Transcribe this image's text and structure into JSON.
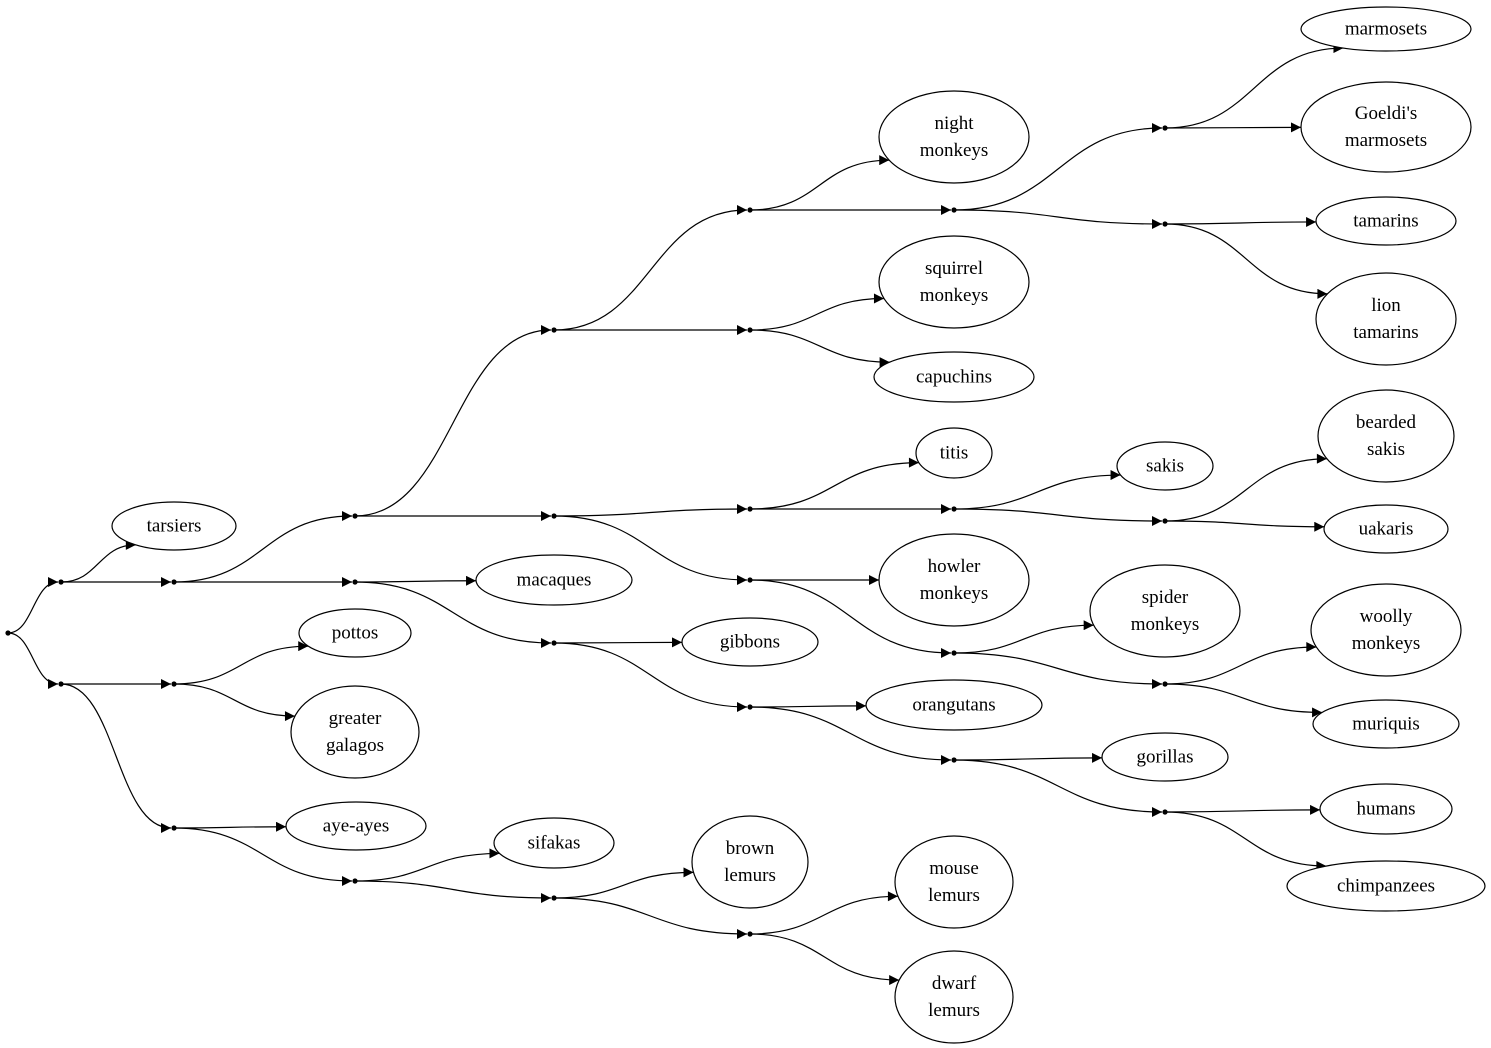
{
  "diagram": {
    "type": "tree",
    "leaves": [
      {
        "id": "marmosets",
        "lines": [
          "marmosets"
        ]
      },
      {
        "id": "goeldis_marmosets",
        "lines": [
          "Goeldi's",
          "marmosets"
        ]
      },
      {
        "id": "night_monkeys",
        "lines": [
          "night",
          "monkeys"
        ]
      },
      {
        "id": "tamarins",
        "lines": [
          "tamarins"
        ]
      },
      {
        "id": "lion_tamarins",
        "lines": [
          "lion",
          "tamarins"
        ]
      },
      {
        "id": "squirrel_monkeys",
        "lines": [
          "squirrel",
          "monkeys"
        ]
      },
      {
        "id": "capuchins",
        "lines": [
          "capuchins"
        ]
      },
      {
        "id": "bearded_sakis",
        "lines": [
          "bearded",
          "sakis"
        ]
      },
      {
        "id": "titis",
        "lines": [
          "titis"
        ]
      },
      {
        "id": "sakis",
        "lines": [
          "sakis"
        ]
      },
      {
        "id": "tarsiers",
        "lines": [
          "tarsiers"
        ]
      },
      {
        "id": "uakaris",
        "lines": [
          "uakaris"
        ]
      },
      {
        "id": "howler_monkeys",
        "lines": [
          "howler",
          "monkeys"
        ]
      },
      {
        "id": "macaques",
        "lines": [
          "macaques"
        ]
      },
      {
        "id": "spider_monkeys",
        "lines": [
          "spider",
          "monkeys"
        ]
      },
      {
        "id": "woolly_monkeys",
        "lines": [
          "woolly",
          "monkeys"
        ]
      },
      {
        "id": "pottos",
        "lines": [
          "pottos"
        ]
      },
      {
        "id": "gibbons",
        "lines": [
          "gibbons"
        ]
      },
      {
        "id": "orangutans",
        "lines": [
          "orangutans"
        ]
      },
      {
        "id": "muriquis",
        "lines": [
          "muriquis"
        ]
      },
      {
        "id": "greater_galagos",
        "lines": [
          "greater",
          "galagos"
        ]
      },
      {
        "id": "gorillas",
        "lines": [
          "gorillas"
        ]
      },
      {
        "id": "humans",
        "lines": [
          "humans"
        ]
      },
      {
        "id": "aye_ayes",
        "lines": [
          "aye-ayes"
        ]
      },
      {
        "id": "sifakas",
        "lines": [
          "sifakas"
        ]
      },
      {
        "id": "brown_lemurs",
        "lines": [
          "brown",
          "lemurs"
        ]
      },
      {
        "id": "mouse_lemurs",
        "lines": [
          "mouse",
          "lemurs"
        ]
      },
      {
        "id": "chimpanzees",
        "lines": [
          "chimpanzees"
        ]
      },
      {
        "id": "dwarf_lemurs",
        "lines": [
          "dwarf",
          "lemurs"
        ]
      }
    ],
    "junctions": [
      "root",
      "j1",
      "j2",
      "j3",
      "j4",
      "j5",
      "j6",
      "j7",
      "j8",
      "j9",
      "j10",
      "j11",
      "j12",
      "j13",
      "j14",
      "j15",
      "j16",
      "j17",
      "j18",
      "j19",
      "j20",
      "j21",
      "j22",
      "j23",
      "j24",
      "j25",
      "j26",
      "j27"
    ],
    "edges": [
      [
        "root",
        "j1"
      ],
      [
        "root",
        "j2"
      ],
      [
        "j1",
        "tarsiers"
      ],
      [
        "j1",
        "j3"
      ],
      [
        "j3",
        "j4"
      ],
      [
        "j3",
        "j5"
      ],
      [
        "j4",
        "j6"
      ],
      [
        "j4",
        "j7"
      ],
      [
        "j6",
        "j8"
      ],
      [
        "j6",
        "j9"
      ],
      [
        "j8",
        "night_monkeys"
      ],
      [
        "j8",
        "j10"
      ],
      [
        "j10",
        "j11"
      ],
      [
        "j10",
        "j12"
      ],
      [
        "j11",
        "marmosets"
      ],
      [
        "j11",
        "goeldis_marmosets"
      ],
      [
        "j12",
        "tamarins"
      ],
      [
        "j12",
        "lion_tamarins"
      ],
      [
        "j9",
        "squirrel_monkeys"
      ],
      [
        "j9",
        "capuchins"
      ],
      [
        "j7",
        "j13"
      ],
      [
        "j7",
        "j14"
      ],
      [
        "j13",
        "titis"
      ],
      [
        "j13",
        "j15"
      ],
      [
        "j15",
        "sakis"
      ],
      [
        "j15",
        "j16"
      ],
      [
        "j16",
        "bearded_sakis"
      ],
      [
        "j16",
        "uakaris"
      ],
      [
        "j14",
        "howler_monkeys"
      ],
      [
        "j14",
        "j17"
      ],
      [
        "j17",
        "spider_monkeys"
      ],
      [
        "j17",
        "j18"
      ],
      [
        "j18",
        "woolly_monkeys"
      ],
      [
        "j18",
        "muriquis"
      ],
      [
        "j5",
        "macaques"
      ],
      [
        "j5",
        "j19"
      ],
      [
        "j19",
        "gibbons"
      ],
      [
        "j19",
        "j20"
      ],
      [
        "j20",
        "orangutans"
      ],
      [
        "j20",
        "j21"
      ],
      [
        "j21",
        "gorillas"
      ],
      [
        "j21",
        "j22"
      ],
      [
        "j22",
        "humans"
      ],
      [
        "j22",
        "chimpanzees"
      ],
      [
        "j2",
        "j23"
      ],
      [
        "j2",
        "j24"
      ],
      [
        "j23",
        "pottos"
      ],
      [
        "j23",
        "greater_galagos"
      ],
      [
        "j24",
        "aye_ayes"
      ],
      [
        "j24",
        "j25"
      ],
      [
        "j25",
        "sifakas"
      ],
      [
        "j25",
        "j26"
      ],
      [
        "j26",
        "brown_lemurs"
      ],
      [
        "j26",
        "j27"
      ],
      [
        "j27",
        "mouse_lemurs"
      ],
      [
        "j27",
        "dwarf_lemurs"
      ]
    ]
  }
}
